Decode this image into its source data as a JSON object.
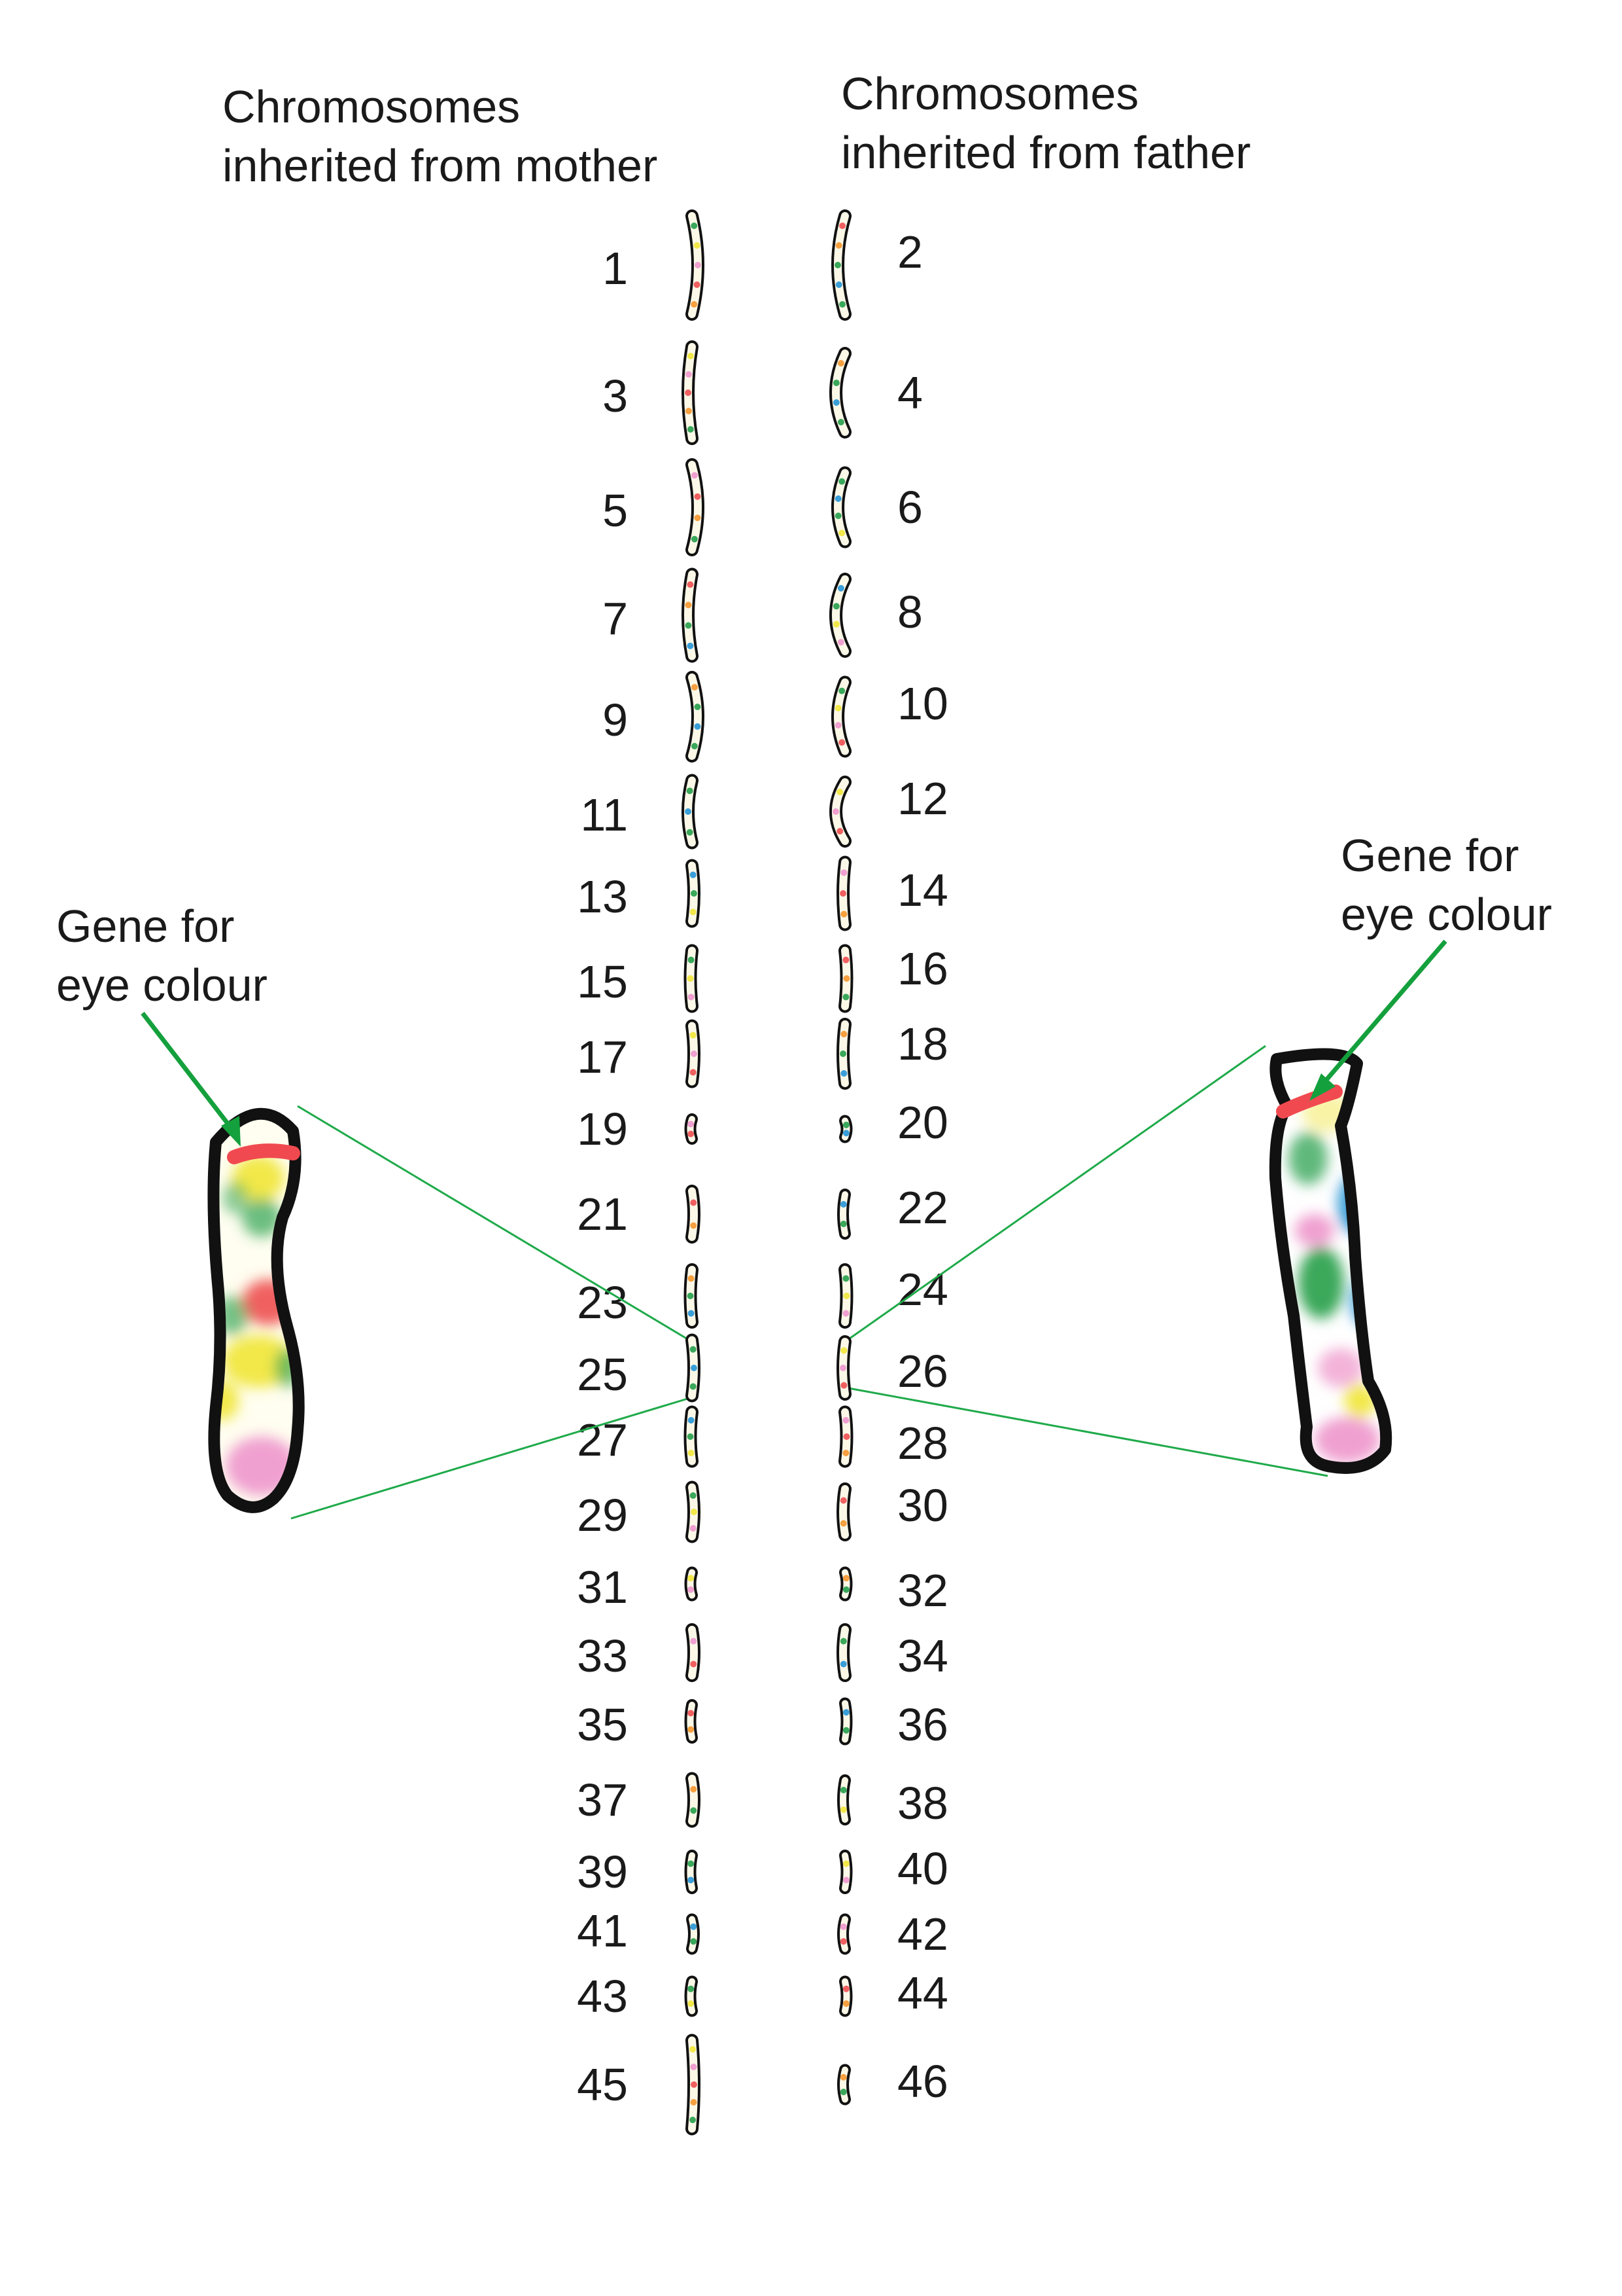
{
  "headings": {
    "mother_line1": "Chromosomes",
    "mother_line2": "inherited from mother",
    "father_line1": "Chromosomes",
    "father_line2": "inherited from father"
  },
  "callouts": {
    "mother_line1": "Gene for",
    "mother_line2": "eye colour",
    "father_line1": "Gene for",
    "father_line2": "eye colour"
  },
  "mother_chromosomes": [
    "1",
    "3",
    "5",
    "7",
    "9",
    "11",
    "13",
    "15",
    "17",
    "19",
    "21",
    "23",
    "25",
    "27",
    "29",
    "31",
    "33",
    "35",
    "37",
    "39",
    "41",
    "43",
    "45"
  ],
  "father_chromosomes": [
    "2",
    "4",
    "6",
    "8",
    "10",
    "12",
    "14",
    "16",
    "18",
    "20",
    "22",
    "24",
    "26",
    "28",
    "30",
    "32",
    "34",
    "36",
    "38",
    "40",
    "42",
    "44",
    "46"
  ],
  "highlighted_pair": {
    "mother": "25",
    "father": "26"
  },
  "colors": {
    "text": "#1a1a1a",
    "outline": "#111111",
    "gene_marker": "#f04a50",
    "arrow": "#14a03c",
    "zoom_lines": "#1faa4a",
    "band_green": "#3aa85a",
    "band_yellow": "#f2e84a",
    "band_pink": "#f0a0d0",
    "band_red": "#f06060",
    "band_blue": "#3a9fd8",
    "band_orange": "#f6a040"
  }
}
